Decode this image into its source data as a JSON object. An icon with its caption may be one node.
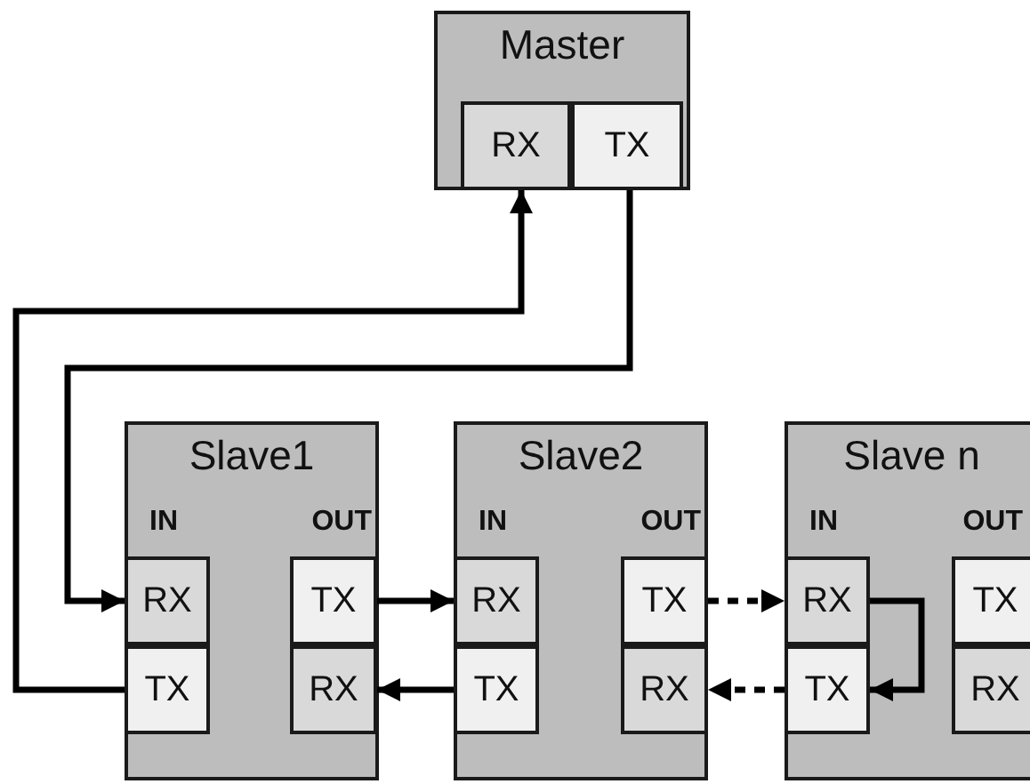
{
  "diagram": {
    "nodes": [
      {
        "text": [
          "Master"
        ]
      },
      {
        "text": [
          "RX"
        ],
        "in": 0
      },
      {
        "text": [
          "TX"
        ],
        "in": 0
      },
      {
        "text": [
          "Slave1",
          "IN",
          "OUT"
        ]
      },
      {
        "text": [
          "RX"
        ],
        "in": 3
      },
      {
        "text": [
          "TX"
        ],
        "in": 3
      },
      {
        "text": [
          "TX"
        ],
        "in": 3
      },
      {
        "text": [
          "RX"
        ],
        "in": 3
      },
      {
        "text": [
          "Slave2",
          "IN",
          "OUT"
        ]
      },
      {
        "text": [
          "RX"
        ],
        "in": 8
      },
      {
        "text": [
          "TX"
        ],
        "in": 8
      },
      {
        "text": [
          "TX"
        ],
        "in": 8
      },
      {
        "text": [
          "RX"
        ],
        "in": 8
      },
      {
        "text": [
          "Slave n",
          "IN",
          "OUT"
        ]
      },
      {
        "text": [
          "RX"
        ],
        "in": 13
      },
      {
        "text": [
          "TX"
        ],
        "in": 13
      },
      {
        "text": [
          "TX"
        ],
        "in": 13
      },
      {
        "text": [
          "RX"
        ],
        "in": 13
      }
    ],
    "edges": [
      {
        "from": 2,
        "to": 4,
        "arrow": "to"
      },
      {
        "from": 5,
        "to": 1,
        "arrow": "to"
      },
      {
        "from": 6,
        "to": 9,
        "arrow": "to"
      },
      {
        "from": 10,
        "to": 7,
        "arrow": "to"
      },
      {
        "from": 11,
        "to": 14,
        "arrow": "to",
        "style": "dashed"
      },
      {
        "from": 15,
        "to": 12,
        "arrow": "to",
        "style": "dashed"
      },
      {
        "from": 14,
        "to": 15,
        "arrow": "to"
      }
    ]
  }
}
